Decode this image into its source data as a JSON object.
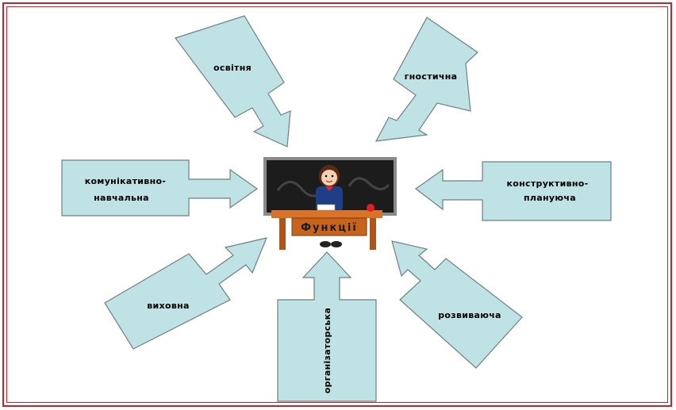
{
  "center": {
    "title": "Функції"
  },
  "functions": {
    "osvitnia": "освітня",
    "hnostychna": "гностична",
    "komunikatyvno_1": "комунікативно-",
    "komunikatyvno_2": "навчальна",
    "konstruktyvno_1": "конструктивно-",
    "konstruktyvno_2": "плануюча",
    "vykhovna": "виховна",
    "orhanizatorska": "організаторська",
    "rozvyvaiucha": "розвиваюча"
  },
  "colors": {
    "callout_fill": "#bfe2e4",
    "frame": "#c0262b",
    "blackboard": "#1c1c1c",
    "desk": "#c8631c"
  }
}
